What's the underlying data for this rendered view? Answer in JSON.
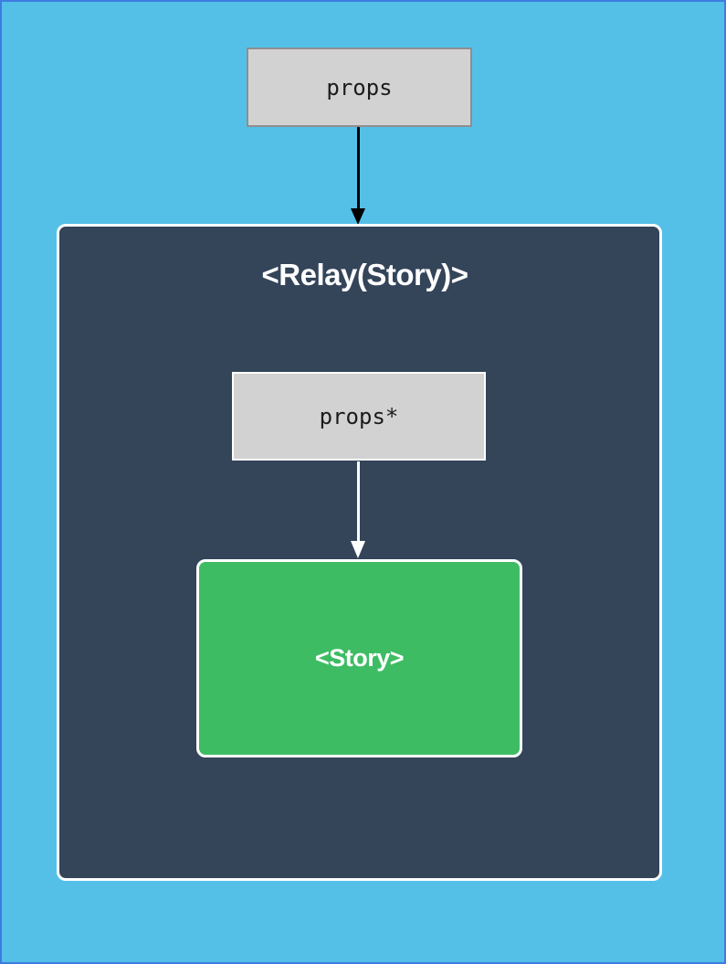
{
  "diagram": {
    "title": "<Relay(Story)>",
    "nodes": {
      "props_external": {
        "label": "props"
      },
      "props_internal": {
        "label": "props*"
      },
      "story": {
        "label": "<Story>"
      }
    },
    "edges": [
      {
        "from": "props_external",
        "to": "relay_container",
        "color": "#000000"
      },
      {
        "from": "props_internal",
        "to": "story",
        "color": "#ffffff"
      }
    ]
  },
  "colors": {
    "bg-fill": "#54c0e8",
    "bg-border": "#3d7ce0",
    "container-fill": "#344459",
    "container-border": "#ffffff",
    "gray-fill": "#d2d2d2",
    "gray-border": "#8e8e8e",
    "green-fill": "#3ebc64",
    "arrow-dark": "#000000",
    "arrow-light": "#ffffff",
    "text-dark": "#1c1c1c",
    "text-light": "#ffffff"
  }
}
